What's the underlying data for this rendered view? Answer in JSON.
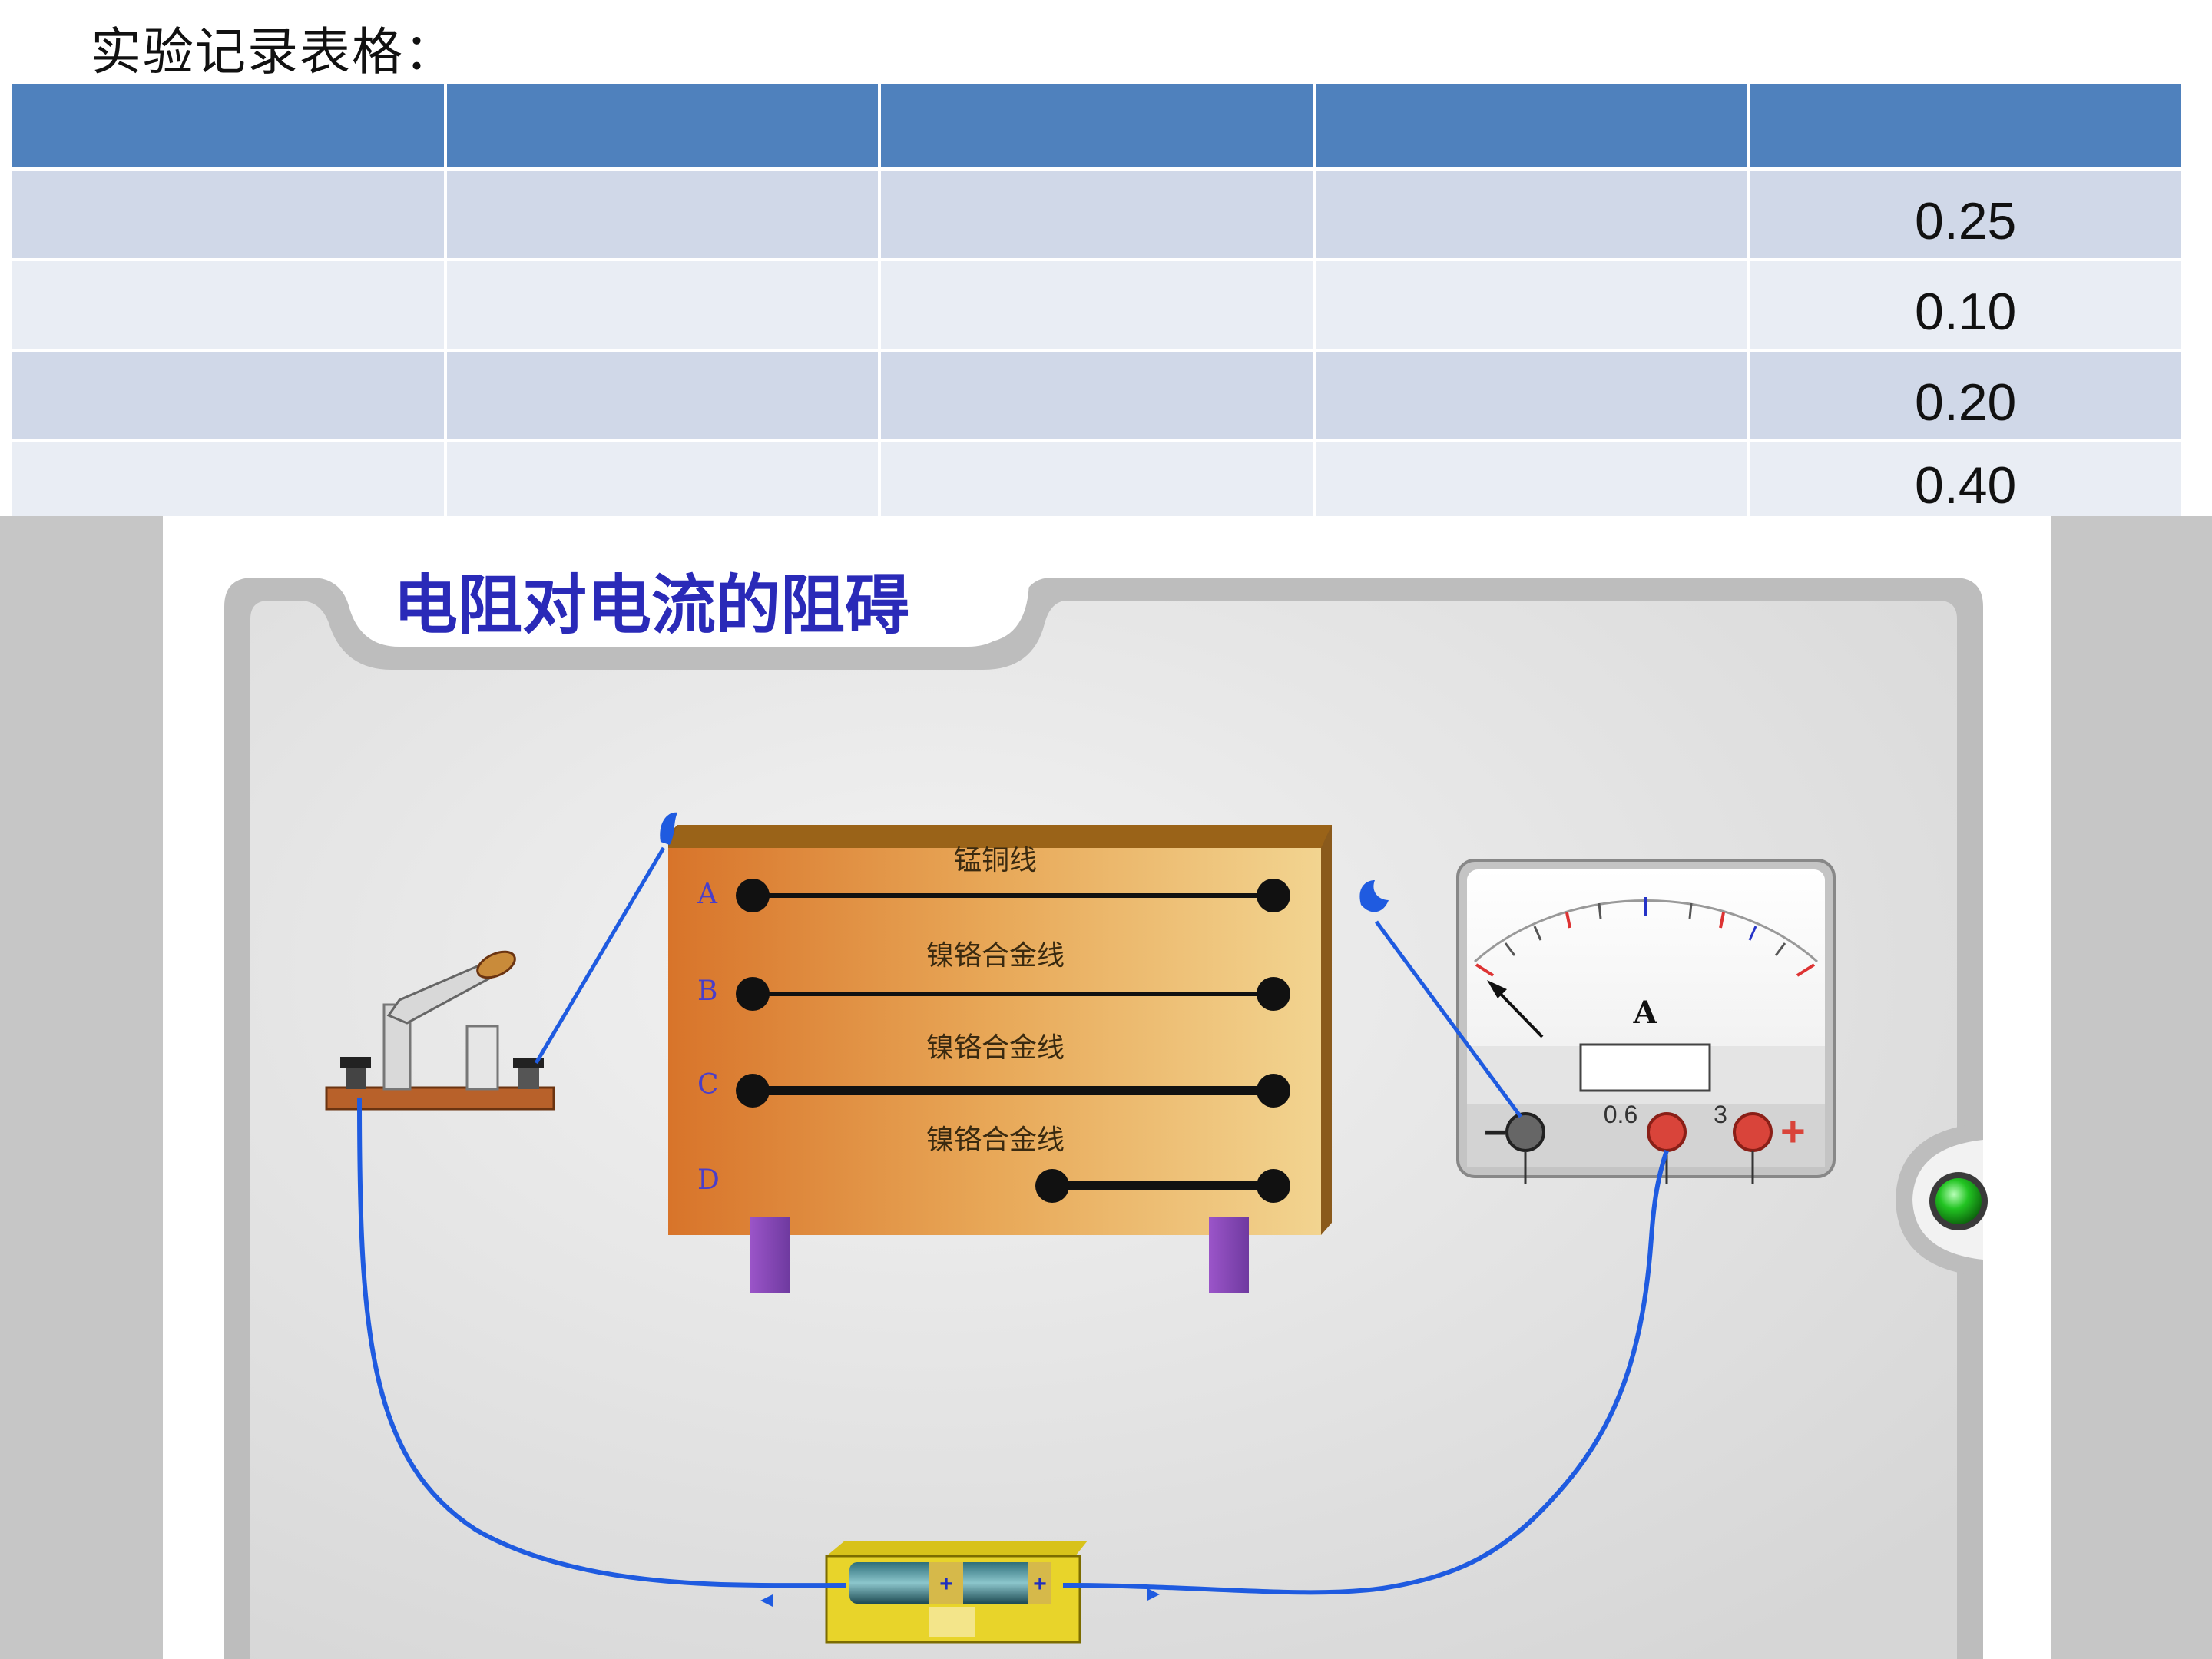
{
  "caption": "实验记录表格：",
  "table": {
    "rows": [
      {
        "current": "0.25"
      },
      {
        "current": "0.10"
      },
      {
        "current": "0.20"
      },
      {
        "current": "0.40"
      }
    ]
  },
  "simulation": {
    "title": "电阻对电流的阻碍",
    "board": {
      "wires": [
        {
          "letter": "A",
          "label": "锰铜线"
        },
        {
          "letter": "B",
          "label": "镍铬合金线"
        },
        {
          "letter": "C",
          "label": "镍铬合金线"
        },
        {
          "letter": "D",
          "label": "镍铬合金线"
        }
      ]
    },
    "ammeter": {
      "unit": "A",
      "range_small": "0.6",
      "range_large": "3",
      "minus_sign": "−",
      "plus_sign": "+",
      "display_value": ""
    },
    "battery": {
      "plus_1": "+",
      "plus_2": "+"
    },
    "colors": {
      "wire": "#1f5be0",
      "header": "#4f81bd",
      "indicator": "#22c422",
      "board": "#e0953e"
    }
  }
}
